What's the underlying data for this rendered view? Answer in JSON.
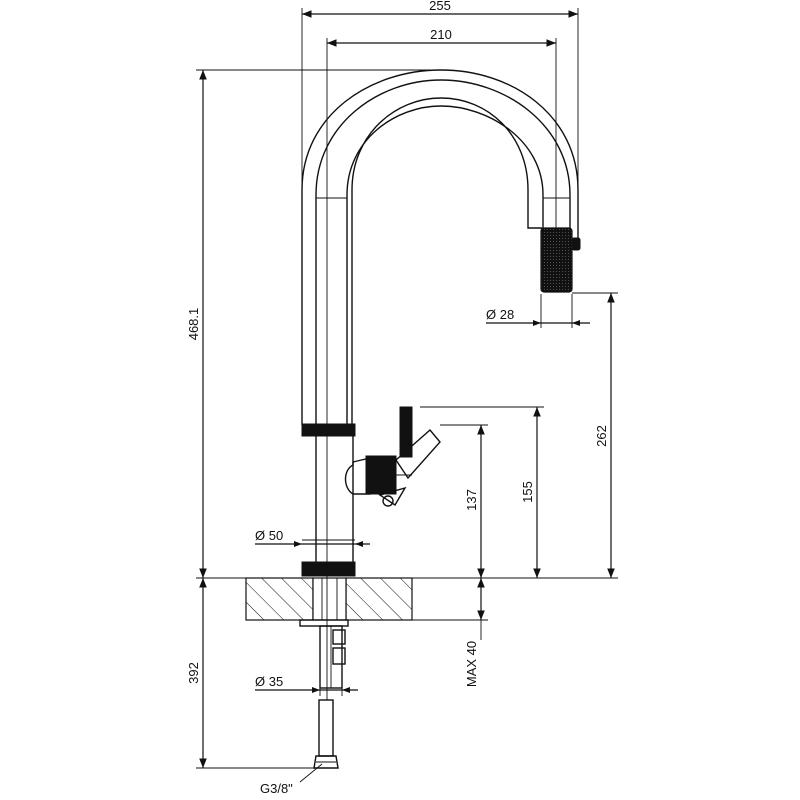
{
  "title": "",
  "dimensions": {
    "overall_width": "255",
    "spout_reach": "210",
    "total_height": "468.1",
    "head_diameter": "Ø 28",
    "outlet_height": "262",
    "handle_height": "155",
    "lever_axis_height": "137",
    "body_diameter": "Ø 50",
    "below_counter": "392",
    "max_deck_thickness": "MAX 40",
    "shank_diameter": "Ø 35",
    "connection_thread": "G3/8\""
  },
  "colors": {
    "line": "#111111",
    "background": "#ffffff",
    "accent": "#111111"
  }
}
